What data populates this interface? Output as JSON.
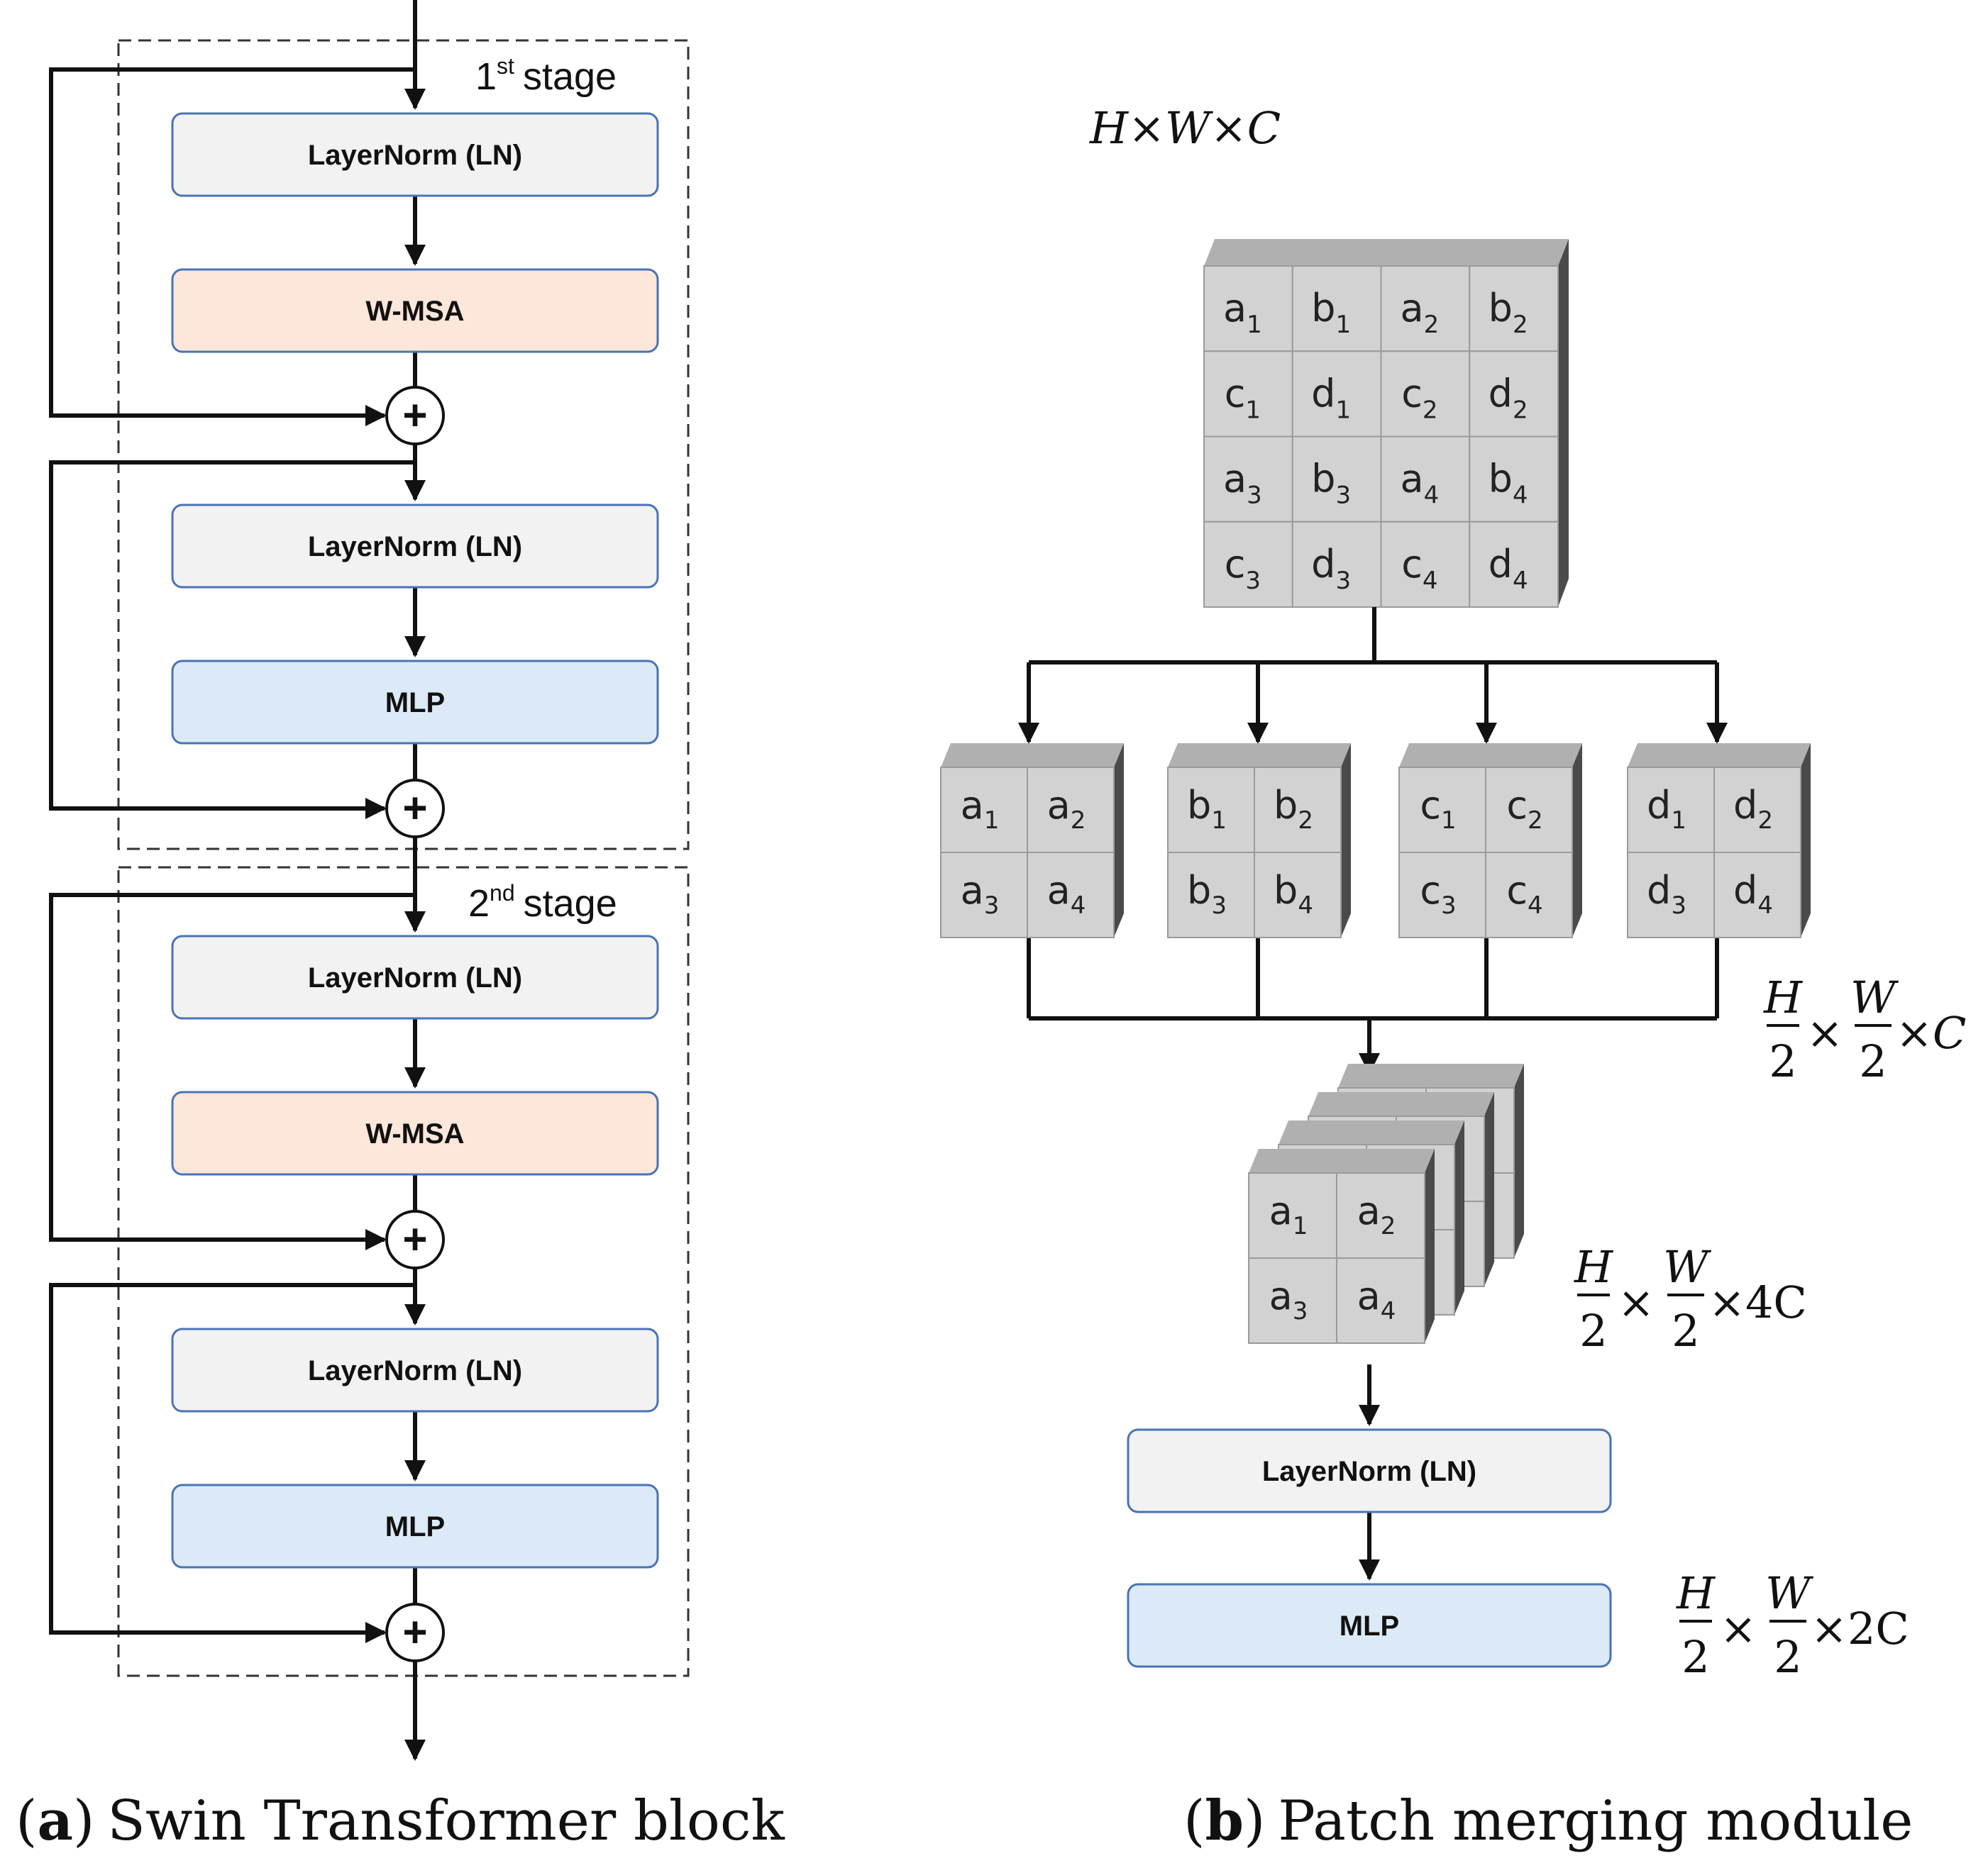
{
  "colors": {
    "layernorm_fill": "#f2f2f2",
    "wmsa_fill": "#fde6da",
    "mlp_fill": "#dbeaf6",
    "box_border": "#4a73b5",
    "cube_face": "#d2d2d2",
    "cube_top": "#b0b0b0",
    "cube_side": "#4a4a4a"
  },
  "panel_a": {
    "stage1": {
      "label": "stage",
      "ordinal_num": "1",
      "ordinal_sup": "st"
    },
    "stage2": {
      "label": "stage",
      "ordinal_num": "2",
      "ordinal_sup": "nd"
    },
    "blocks": [
      "LayerNorm (LN)",
      "W-MSA",
      "LayerNorm (LN)",
      "MLP",
      "LayerNorm (LN)",
      "W-MSA",
      "LayerNorm (LN)",
      "MLP"
    ],
    "adder_symbol": "+",
    "caption_letter": "a",
    "caption_text": "Swin Transformer block",
    "paren_open": "(",
    "paren_close": ")"
  },
  "panel_b": {
    "input_dim": {
      "H": "H",
      "W": "W",
      "C": "C",
      "times": "×"
    },
    "grid": [
      [
        [
          "a",
          "1"
        ],
        [
          "b",
          "1"
        ],
        [
          "a",
          "2"
        ],
        [
          "b",
          "2"
        ]
      ],
      [
        [
          "c",
          "1"
        ],
        [
          "d",
          "1"
        ],
        [
          "c",
          "2"
        ],
        [
          "d",
          "2"
        ]
      ],
      [
        [
          "a",
          "3"
        ],
        [
          "b",
          "3"
        ],
        [
          "a",
          "4"
        ],
        [
          "b",
          "4"
        ]
      ],
      [
        [
          "c",
          "3"
        ],
        [
          "d",
          "3"
        ],
        [
          "c",
          "4"
        ],
        [
          "d",
          "4"
        ]
      ]
    ],
    "groups": [
      [
        [
          "a",
          "1"
        ],
        [
          "a",
          "2"
        ],
        [
          "a",
          "3"
        ],
        [
          "a",
          "4"
        ]
      ],
      [
        [
          "b",
          "1"
        ],
        [
          "b",
          "2"
        ],
        [
          "b",
          "3"
        ],
        [
          "b",
          "4"
        ]
      ],
      [
        [
          "c",
          "1"
        ],
        [
          "c",
          "2"
        ],
        [
          "c",
          "3"
        ],
        [
          "c",
          "4"
        ]
      ],
      [
        [
          "d",
          "1"
        ],
        [
          "d",
          "2"
        ],
        [
          "d",
          "3"
        ],
        [
          "d",
          "4"
        ]
      ]
    ],
    "stacked": [
      [
        "a",
        "1"
      ],
      [
        "a",
        "2"
      ],
      [
        "a",
        "3"
      ],
      [
        "a",
        "4"
      ]
    ],
    "dims": [
      {
        "H": "H",
        "W": "W",
        "den": "2",
        "times": "×",
        "suffix": "C"
      },
      {
        "H": "H",
        "W": "W",
        "den": "2",
        "times": "×",
        "suffix": "4C"
      },
      {
        "H": "H",
        "W": "W",
        "den": "2",
        "times": "×",
        "suffix": "2C"
      }
    ],
    "blocks": [
      "LayerNorm (LN)",
      "MLP"
    ],
    "caption_letter": "b",
    "caption_text": "Patch merging module",
    "paren_open": "(",
    "paren_close": ")"
  }
}
